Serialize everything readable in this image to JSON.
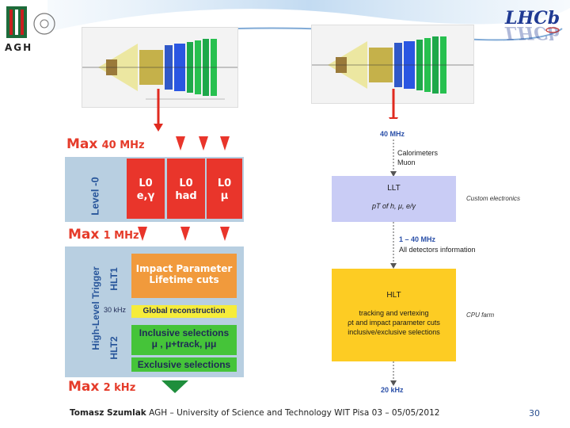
{
  "header": {
    "left_logo_text": "AGH",
    "right_logo_text": "LHCb"
  },
  "left_diagram": {
    "max_rates": [
      {
        "prefix": "Max",
        "value": "40 MHz"
      },
      {
        "prefix": "Max",
        "value": "1 MHz"
      },
      {
        "prefix": "Max",
        "value": "2 kHz"
      }
    ],
    "level0_label": "Level -0",
    "l0_boxes": [
      {
        "line1": "L0",
        "line2": "e,γ"
      },
      {
        "line1": "L0",
        "line2": "had"
      },
      {
        "line1": "L0",
        "line2": "μ"
      }
    ],
    "hlt_label": "High-Level Trigger",
    "hlt1_label": "HLT1",
    "hlt2_label": "HLT2",
    "impact_line1": "Impact Parameter",
    "impact_line2": "Lifetime cuts",
    "rate_30khz": "30 kHz",
    "global_reco": "Global reconstruction",
    "inclusive_line1": "Inclusive selections",
    "inclusive_line2": "μ , μ+track, μμ",
    "exclusive": "Exclusive selections"
  },
  "right_diagram": {
    "top_rate": "40 MHz",
    "calorimeters": "Calorimeters",
    "muon": "Muon",
    "llt_title": "LLT",
    "llt_sub": "pT of  h, μ, e/γ",
    "custom_electronics": "Custom electronics",
    "mid_rate": "1 – 40 MHz",
    "all_detectors": "All detectors information",
    "hlt_title": "HLT",
    "hlt_line1": "tracking and vertexing",
    "hlt_line2": "ρt and impact parameter cuts",
    "hlt_line3": "inclusive/exclusive selections",
    "cpu_farm": "CPU farm",
    "bottom_rate": "20 kHz"
  },
  "footer": {
    "author": "Tomasz Szumlak",
    "affiliation": "AGH – University of Science and Technology WIT Pisa 03 – 05/05/2012",
    "page_number": "30"
  },
  "colors": {
    "l0_red": "#e9352b",
    "max_red": "#e53b2a",
    "panel_blue": "#b8cfe1",
    "hlt_orange": "#f19a3c",
    "global_yellow": "#f6ec3a",
    "selection_green": "#45c439",
    "llt_lavender": "#c9ccf5",
    "hlt_gold": "#fdcc23",
    "rate_blue": "#2a4fa8"
  }
}
